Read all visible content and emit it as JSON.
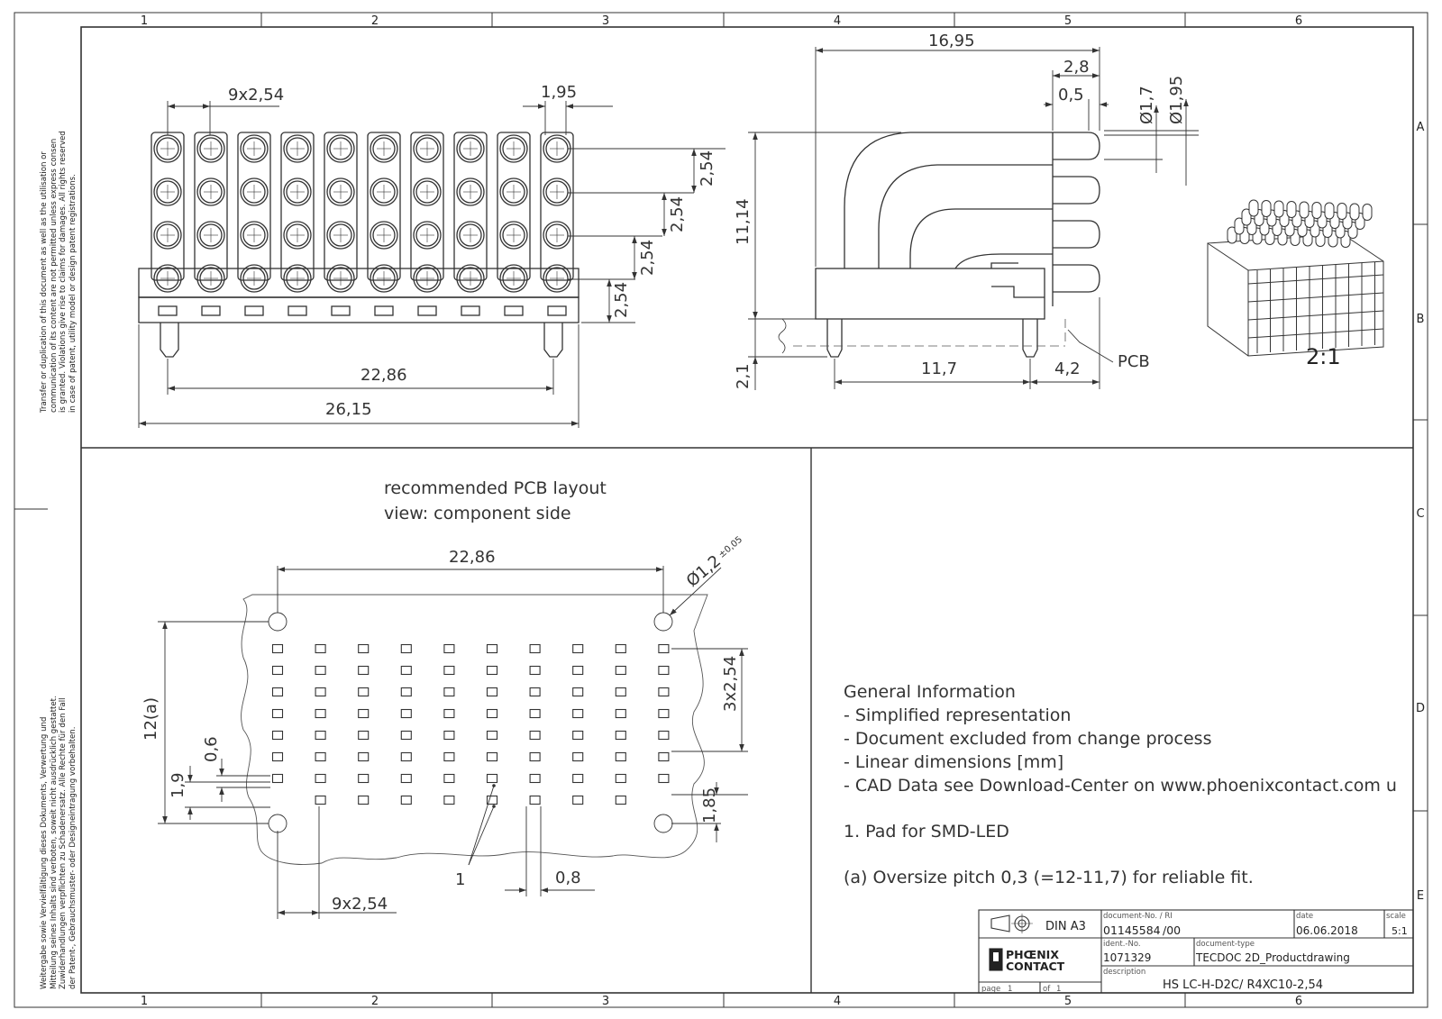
{
  "frame": {
    "col_labels": [
      "1",
      "2",
      "3",
      "4",
      "5",
      "6"
    ],
    "row_labels": [
      "A",
      "B",
      "C",
      "D",
      "E"
    ]
  },
  "notices": {
    "english": [
      "Transfer or duplication of this document as well as the utilisation or",
      "communication of its content are not permitted unless express consen",
      "is granted. Violations give rise to claims for damages. All rights reserved",
      "in case of patent, utility model or design patent registrations."
    ],
    "german": [
      "Weitergabe sowie Vervielfältigung dieses Dokuments, Verwertung und",
      "Mitteilung seines Inhalts sind verboten, soweit nicht ausdrücklich gestattet.",
      "Zuwiderhandlungen verpflichten zu Schadenersatz. Alle Rechte für den Fall",
      "der Patent-, Gebrauchsmuster- oder Designeintragung vorbehalten."
    ]
  },
  "front_view": {
    "dims": {
      "pitch": "9x2,54",
      "pin_diam": "1,95",
      "row1": "2,54",
      "row2": "2,54",
      "row3": "2,54",
      "row4": "2,54",
      "width_pins": "22,86",
      "width_total": "26,15"
    }
  },
  "side_view": {
    "dims": {
      "depth": "16,95",
      "led_len": "2,8",
      "gap": "0,5",
      "d_inner": "Ø1,7",
      "d_outer": "Ø1,95",
      "height": "11,14",
      "pin_len": "2,1",
      "pin_spacing": "11,7",
      "pin_offset": "4,2"
    },
    "pcb_label": "PCB"
  },
  "iso_view": {
    "scale_label": "2:1"
  },
  "pcb_layout": {
    "title": "recommended PCB layout",
    "subtitle": "view: component side",
    "dims": {
      "width": "22,86",
      "hole": "Ø1,2",
      "hole_tol": "±0,05",
      "v_pitch": "3x2,54",
      "total_height": "12(a)",
      "pad_h": "0,6",
      "pad_offset": "1,9",
      "hole_offset": "1,85",
      "h_pitch": "9x2,54",
      "pad_w": "0,8"
    },
    "callout": "1"
  },
  "general_info": {
    "lines": [
      "General Information",
      "- Simplified representation",
      "- Document excluded from change process",
      "- Linear dimensions [mm]",
      "- CAD Data see Download-Center on www.phoenixcontact.com u",
      "1. Pad for SMD-LED",
      "(a) Oversize pitch 0,3 (=12-11,7) for reliable fit."
    ]
  },
  "title_block": {
    "format": "DIN A3",
    "document_no_label": "document-No. / RI",
    "document_no": "01145584",
    "revision": "/00",
    "date_label": "date",
    "date": "06.06.2018",
    "scale_label": "scale",
    "scale": "5:1",
    "ident_label": "ident.-No.",
    "ident": "1071329",
    "doctype_label": "document-type",
    "doctype": "TECDOC 2D_Productdrawing",
    "logo_line1": "PHŒNIX",
    "logo_line2": "CONTACT",
    "description_label": "description",
    "description": "HS LC-H-D2C/ R4XC10-2,54",
    "page_label": "page",
    "page": "1",
    "of_label": "of",
    "of": "1"
  }
}
